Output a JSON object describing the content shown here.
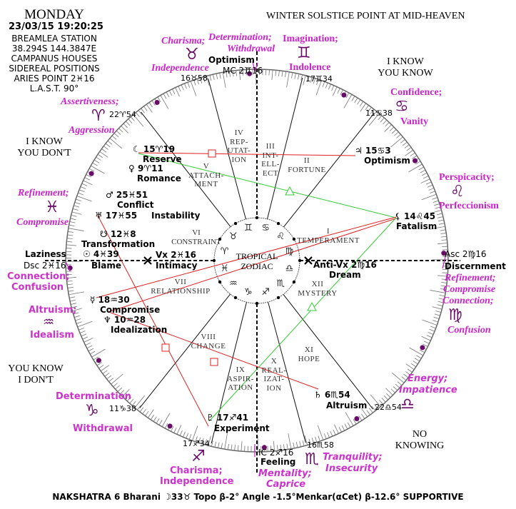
{
  "header": {
    "day": "MONDAY",
    "datetime": "23/03/15  19:20:25",
    "info": [
      "BREAMLEA STATION",
      "38.294S  144.3847E",
      "CAMPANUS HOUSES",
      "SIDEREAL POSITIONS",
      "ARIES POINT 2♓16",
      "L.A.S.T. 90°"
    ]
  },
  "title": "WINTER SOLSTICE POINT AT MID-HEAVEN",
  "quadrants": {
    "top_right": [
      "I KNOW",
      "YOU KNOW"
    ],
    "top_left": [
      "I KNOW",
      "YOU DON'T"
    ],
    "bottom_left": [
      "YOU KNOW",
      "I DON'T"
    ],
    "bottom_right": [
      "NO",
      "KNOWING"
    ]
  },
  "center_label": [
    "TROPICAL",
    "ZODIAC"
  ],
  "houses": [
    {
      "num": "I",
      "name": "TEMPERAMENT"
    },
    {
      "num": "II",
      "name": "FORTUNE"
    },
    {
      "num": "III",
      "name": "INT-\nELL-\nECT"
    },
    {
      "num": "IV",
      "name": "REP-\nUTAT-\nION"
    },
    {
      "num": "V",
      "name": "ATTACH-\nMENT"
    },
    {
      "num": "VI",
      "name": "CONSTRAINT"
    },
    {
      "num": "VII",
      "name": "RELATIONSHIP"
    },
    {
      "num": "VIII",
      "name": "CHANGE"
    },
    {
      "num": "IX",
      "name": "ASPIR-\nATION"
    },
    {
      "num": "X",
      "name": "REAL-\nIZAT-\nION"
    },
    {
      "num": "XI",
      "name": "HOPE"
    },
    {
      "num": "XII",
      "name": "MYSTERY"
    }
  ],
  "cusps": {
    "taurus": "16♉58",
    "gemini": "17♊34",
    "aries": "22♈54",
    "cancer": "11♋38",
    "capricorn": "11♑38",
    "sagittarius": "17♐34",
    "scorpio": "16♏58",
    "libra": "22♎54"
  },
  "angles": {
    "mc": {
      "pos": "MC 2♊16",
      "meaning": "Optimism"
    },
    "asc": {
      "pos": "Asc 2♍16",
      "meaning": "Discernment"
    },
    "ic": {
      "pos": "IC 2♐16",
      "meaning": "Feeling"
    },
    "dsc": {
      "pos": "Dsc 2♓16",
      "meaning": "Laziness"
    },
    "vx": {
      "pos": "Vx 2♓16",
      "meaning": "Intimacy"
    },
    "antivx": {
      "pos": "Anti-Vx 2♍16",
      "meaning": "Dream"
    }
  },
  "planets": {
    "moon": {
      "pos": "☾ 15♈19",
      "meaning": "Reserve"
    },
    "venus": {
      "pos": "♀ 9♈11",
      "meaning": "Romance"
    },
    "mars": {
      "pos": "♂ 25♓51",
      "meaning": "Conflict"
    },
    "uranus": {
      "pos": "♅ 17♓55",
      "meaning": "Instability"
    },
    "southnode": {
      "pos": "☋ 12♓8",
      "meaning": "Transformation"
    },
    "sun": {
      "pos": "☉ 4♓39",
      "meaning": "Blame"
    },
    "mercury": {
      "pos": "☿ 18♒30",
      "meaning": "Compromise"
    },
    "neptune": {
      "pos": "♆ 10♒28",
      "meaning": "Idealization"
    },
    "jupiter": {
      "pos": "♃ 15♋3",
      "meaning": "Optimism"
    },
    "lilith": {
      "pos": "⚸ 14♌45",
      "meaning": "Fatalism"
    },
    "saturn": {
      "pos": "♄ 6♏54",
      "meaning": "Altruism"
    },
    "pluto": {
      "pos": "♇ 17♐41",
      "meaning": "Experiment"
    }
  },
  "signs": {
    "aries": {
      "glyph": "♈",
      "kw1": "Assertiveness;",
      "kw2": "Aggression"
    },
    "taurus": {
      "glyph": "♉",
      "kw1": "Charisma;",
      "kw2": "Independence"
    },
    "gemini": {
      "glyph": "♊",
      "kw1": "Imagination;",
      "kw2": "Indolence"
    },
    "cancer": {
      "glyph": "♋",
      "kw1": "Confidence;",
      "kw2": "Vanity"
    },
    "leo": {
      "glyph": "♌",
      "kw1": "Perspicacity;",
      "kw2": "Perfeccionism"
    },
    "virgo": {
      "glyph": "♍",
      "kw1": "Refinement;",
      "kw2": "Compromise",
      "kw3": "Connection;",
      "kw4": "Confusion"
    },
    "libra": {
      "glyph": "♎",
      "kw1": "Energy;",
      "kw2": "Impatience"
    },
    "scorpio": {
      "glyph": "♏",
      "kw1": "Tranquility;",
      "kw2": "Insecurity"
    },
    "sagittarius": {
      "glyph": "♐",
      "kw1": "Charisma;",
      "kw2": "Independence"
    },
    "capricorn": {
      "glyph": "♑",
      "kw1": "Determination",
      "kw2": "Withdrawal"
    },
    "aquarius": {
      "glyph": "♒",
      "kw1": "Altruism;",
      "kw2": "Idealism"
    },
    "pisces": {
      "glyph": "♓",
      "kw1": "Refinement;",
      "kw2": "Compromise"
    }
  },
  "mc_keywords": [
    "Determination;",
    "Withdrawal"
  ],
  "ic_keywords": [
    "Mentality;",
    "Caprice"
  ],
  "dsc_keywords": [
    "Connection;",
    "Confusion"
  ],
  "inner_zodiac": [
    "♈",
    "♉",
    "♊",
    "♋",
    "♌",
    "♍",
    "♎",
    "♏",
    "♐",
    "♑",
    "♒",
    "♓"
  ],
  "footer": "NAKSHATRA 6 Bharani ☽33♉ Topo β-2° Angle -1.5°Menkar(αCet) β-12.6° SUPPORTIVE",
  "colors": {
    "keyword": "#cc22cc",
    "glyph": "#6a0a6a",
    "square": "#e02020",
    "trine": "#33cc33",
    "dot": "#6a0a6a"
  }
}
